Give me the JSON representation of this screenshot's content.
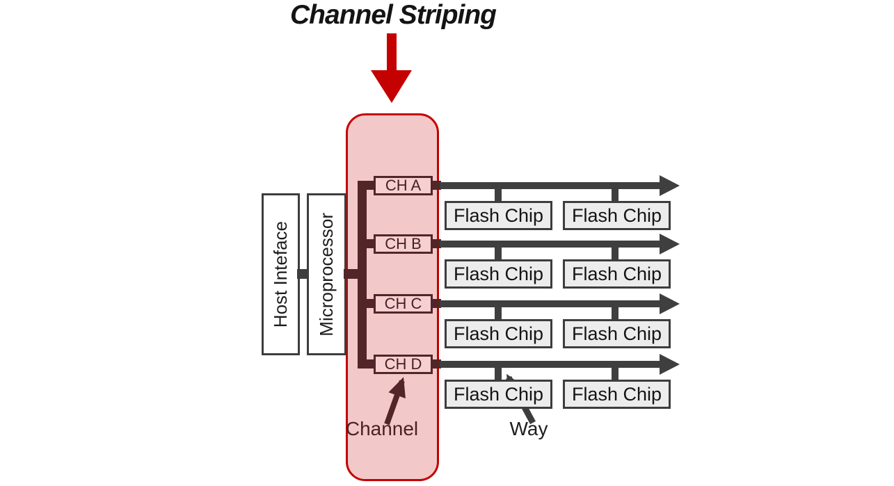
{
  "title": "Channel Striping",
  "controller": {
    "host_interface_label": "Host Inteface",
    "microprocessor_label": "Microprocessor"
  },
  "channels": [
    {
      "label": "CH A"
    },
    {
      "label": "CH B"
    },
    {
      "label": "CH C"
    },
    {
      "label": "CH D"
    }
  ],
  "flash_chip_label": "Flash Chip",
  "annotations": {
    "channel_label": "Channel",
    "way_label": "Way"
  },
  "colors": {
    "highlight_fill": "#f2c8c8",
    "highlight_border": "#c40000",
    "striping_arrow_red": "#c40000",
    "channel_maroon": "#522528",
    "bus_gray": "#3f3f3f",
    "chip_fill": "#ececec",
    "box_border_gray": "#3d3d3d"
  }
}
